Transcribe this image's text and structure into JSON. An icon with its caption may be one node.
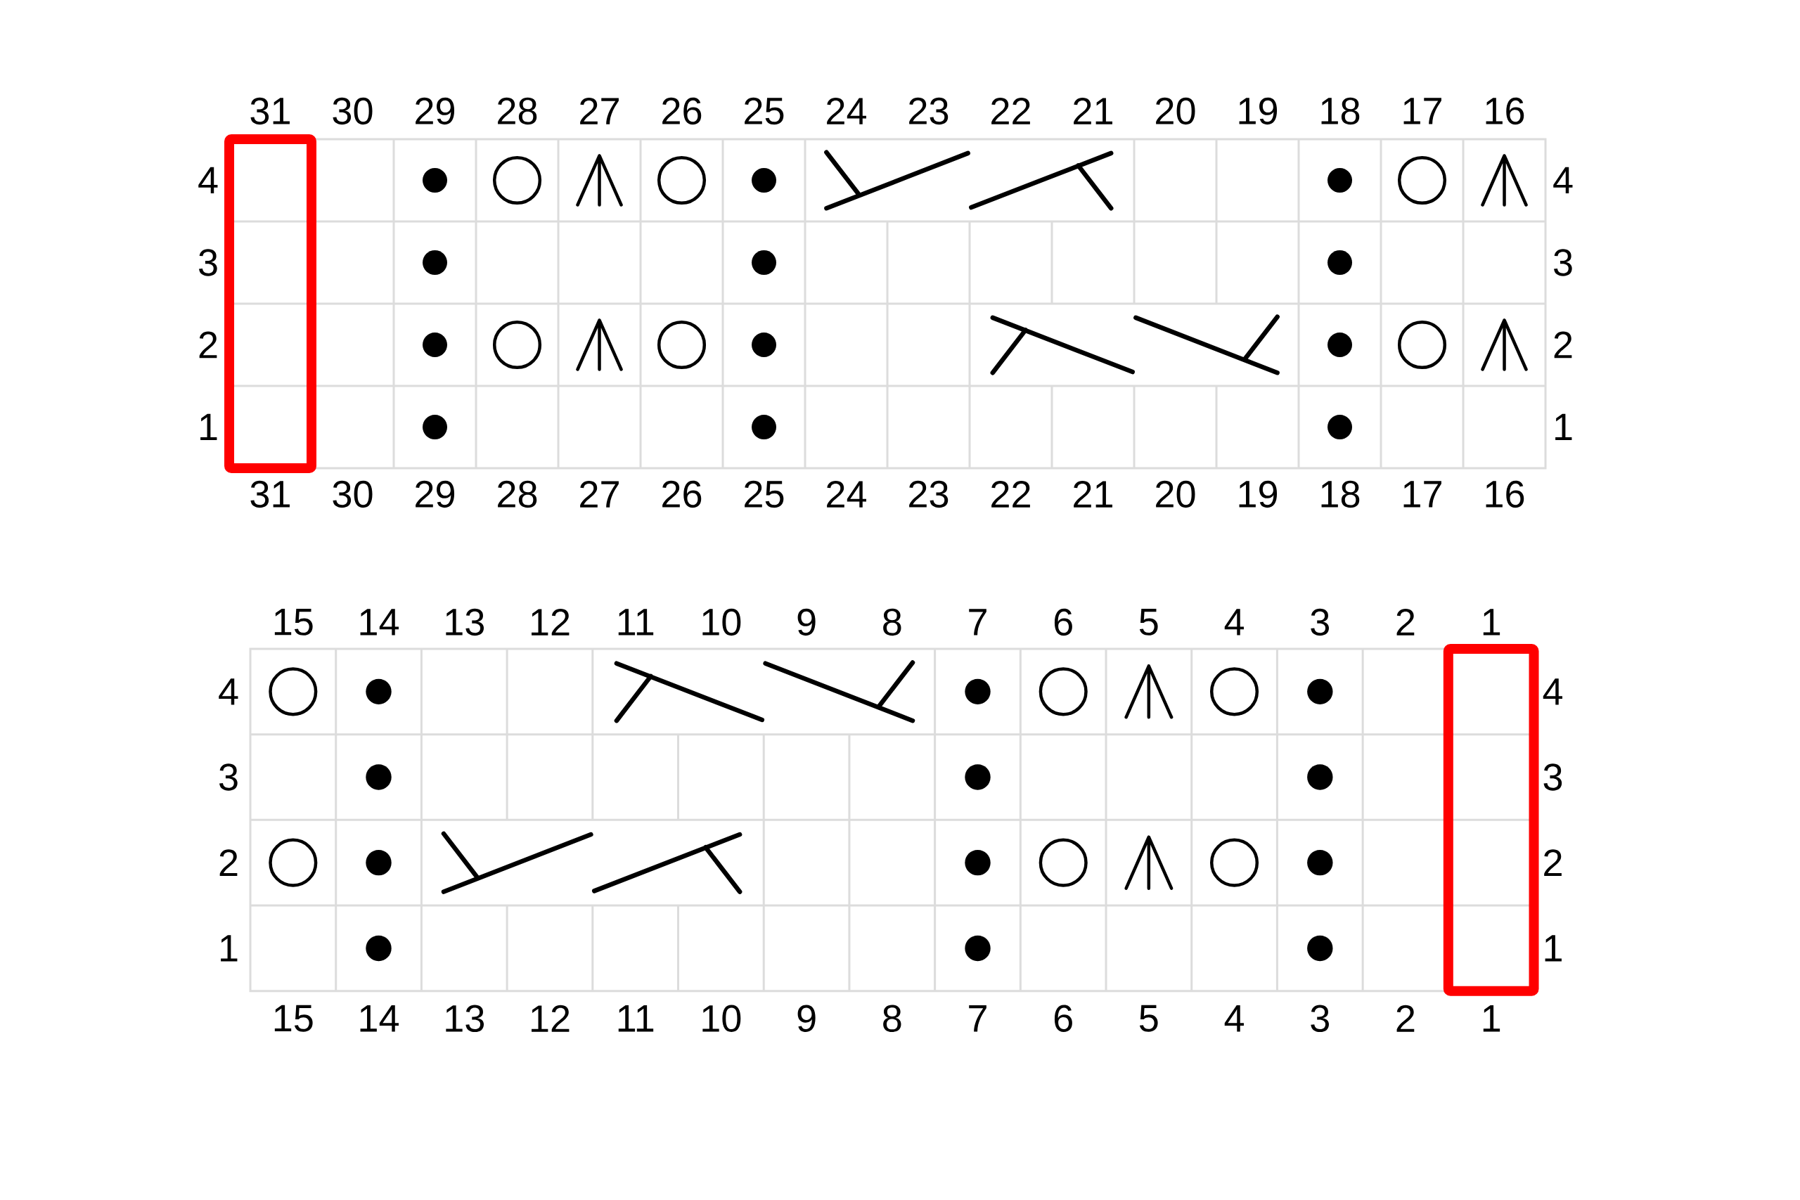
{
  "diagram": {
    "labels": [
      "31",
      "30",
      "29",
      "28",
      "27",
      "26",
      "25",
      "24",
      "23",
      "22",
      "21",
      "20",
      "19",
      "18",
      "17",
      "16",
      "4",
      "4",
      "3",
      "3",
      "2",
      "2",
      "1",
      "1",
      "31",
      "30",
      "29",
      "28",
      "27",
      "26",
      "25",
      "24",
      "23",
      "22",
      "21",
      "20",
      "19",
      "18",
      "17",
      "16",
      "15",
      "14",
      "13",
      "12",
      "11",
      "10",
      "9",
      "8",
      "7",
      "6",
      "5",
      "4",
      "3",
      "2",
      "1",
      "4",
      "4",
      "3",
      "3",
      "2",
      "2",
      "1",
      "1",
      "15",
      "14",
      "13",
      "12",
      "11",
      "10",
      "9",
      "8",
      "7",
      "6",
      "5",
      "4",
      "3",
      "2",
      "1"
    ]
  }
}
